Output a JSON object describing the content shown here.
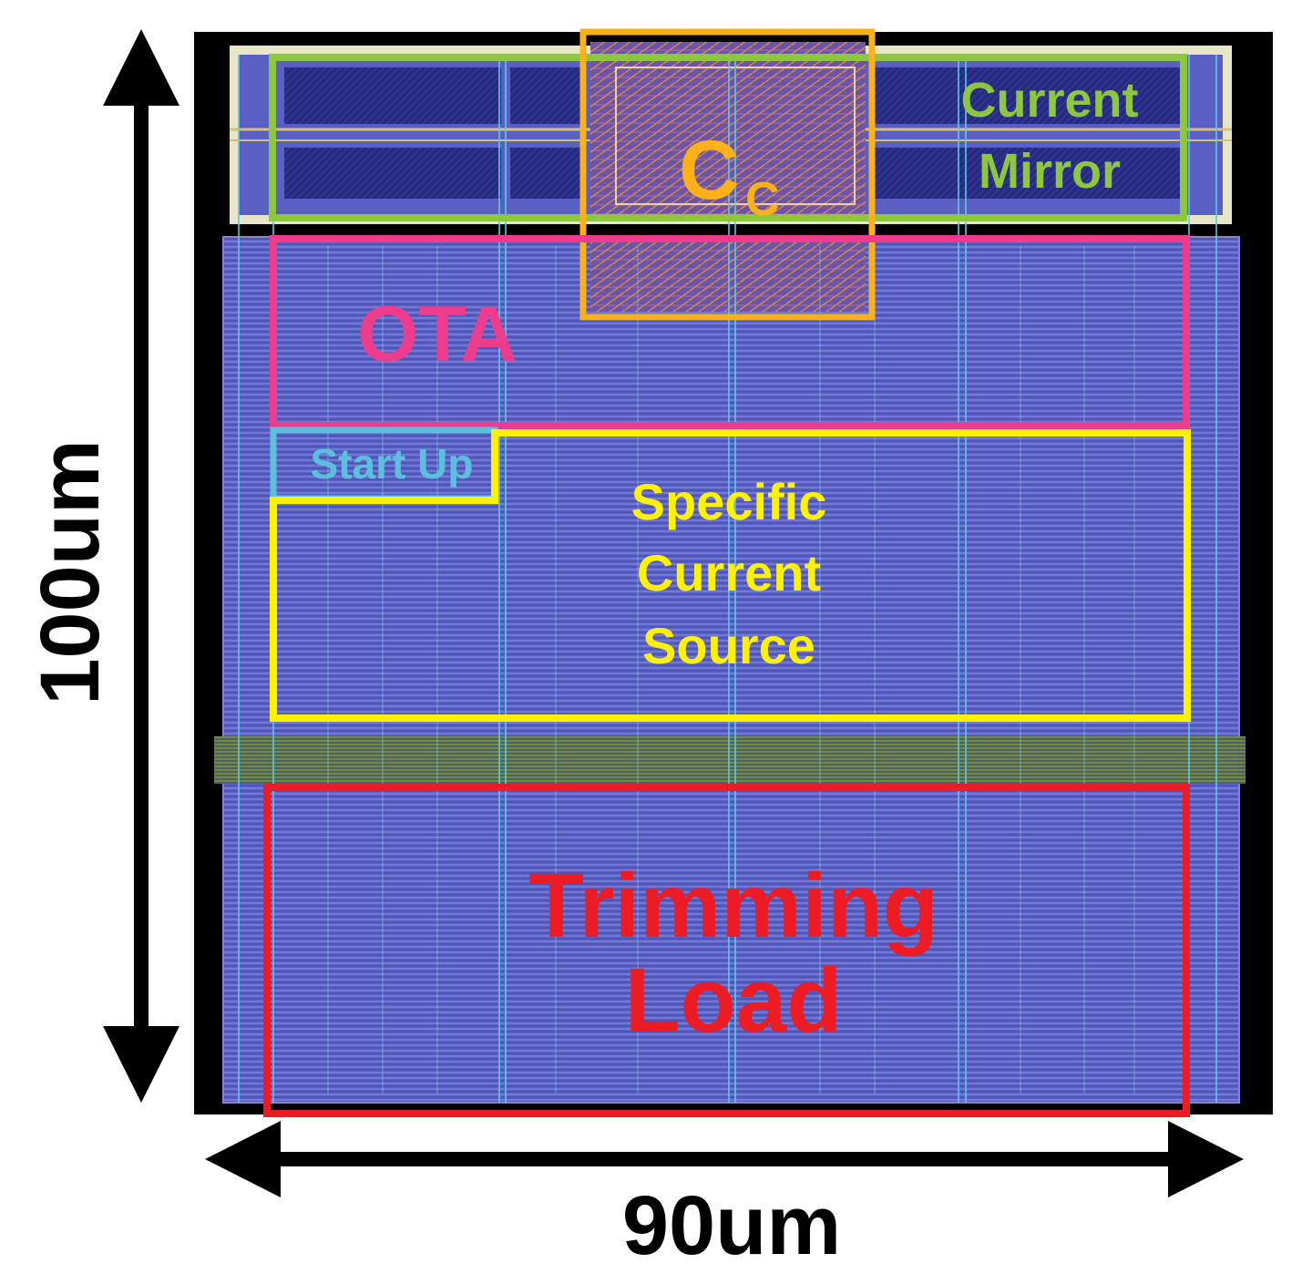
{
  "dimensions": {
    "height_label": "100um",
    "width_label": "90um"
  },
  "blocks": [
    {
      "id": "current-mirror",
      "lines": [
        "Current",
        "Mirror"
      ],
      "color": "#8dc63f"
    },
    {
      "id": "cc",
      "main": "C",
      "sub": "C",
      "color": "#fbb117"
    },
    {
      "id": "ota",
      "lines": [
        "OTA"
      ],
      "color": "#ec3c8b"
    },
    {
      "id": "start-up",
      "lines": [
        "Start Up"
      ],
      "color": "#5bc0de"
    },
    {
      "id": "specific-current-source",
      "lines": [
        "Specific",
        "Current",
        "Source"
      ],
      "color": "#fff200"
    },
    {
      "id": "trimming-load",
      "lines": [
        "Trimming",
        "Load"
      ],
      "color": "#ed1c24"
    }
  ],
  "colors": {
    "die_border": "#000000",
    "layout_fill": "#5a5fc4",
    "dense_fill": "#2a2a8a",
    "arrow": "#000000"
  }
}
